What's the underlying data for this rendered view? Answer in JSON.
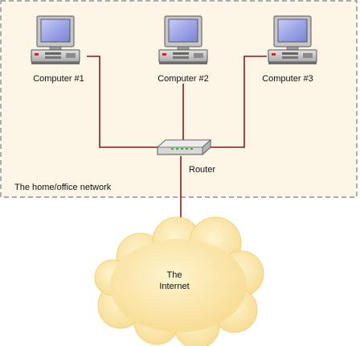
{
  "diagram": {
    "network_zone": {
      "label": "The home/office network"
    },
    "computers": [
      {
        "label": "Computer #1",
        "icon": "desktop-computer-icon"
      },
      {
        "label": "Computer #2",
        "icon": "desktop-computer-icon"
      },
      {
        "label": "Computer #3",
        "icon": "desktop-computer-icon"
      }
    ],
    "router": {
      "label": "Router",
      "icon": "router-icon"
    },
    "internet": {
      "label_line1": "The",
      "label_line2": "Internet",
      "icon": "cloud-icon"
    },
    "colors": {
      "zone_fill": "#fdf5e6",
      "zone_border": "#7a7a7a",
      "link": "#8b1a1a",
      "cloud_fill": "#fde7a8",
      "monitor_screen": "#9aa2e6",
      "computer_body": "#c9c9c9"
    }
  }
}
